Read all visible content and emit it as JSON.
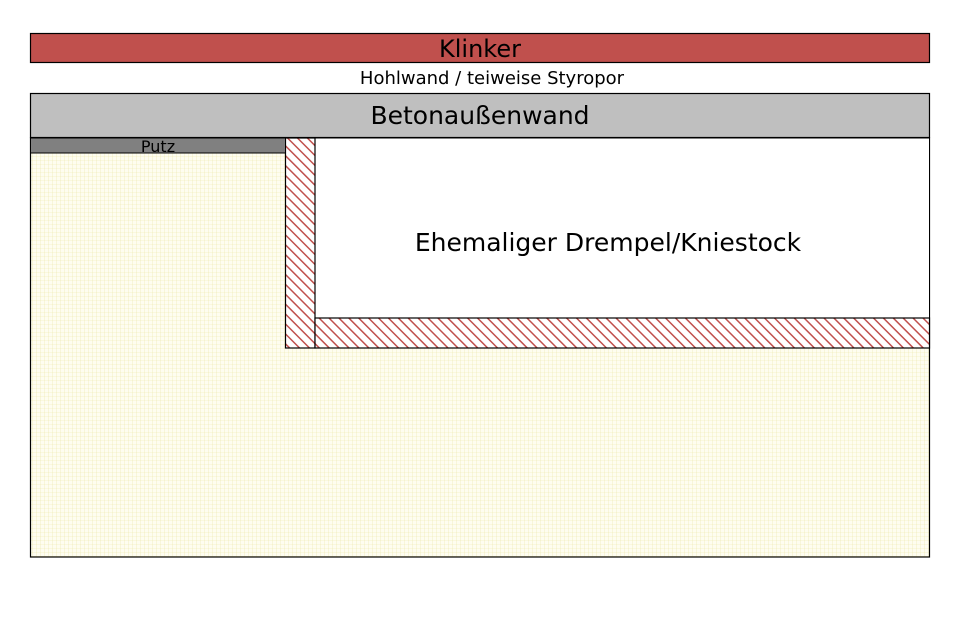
{
  "labels": {
    "klinker": "Klinker",
    "hohlwand": "Hohlwand / teiweise Styropor",
    "betonaussenwand": "Betonaußenwand",
    "putz": "Putz",
    "drempel": "Ehemaliger Drempel/Kniestock"
  },
  "colors": {
    "klinker": "#c0504d",
    "beton": "#bfbfbf",
    "putz": "#808080",
    "insulation_bg": "#fefdf0",
    "insulation_grid": "#ece7a6",
    "hatch_red": "#c0504d",
    "outline": "#000000"
  }
}
